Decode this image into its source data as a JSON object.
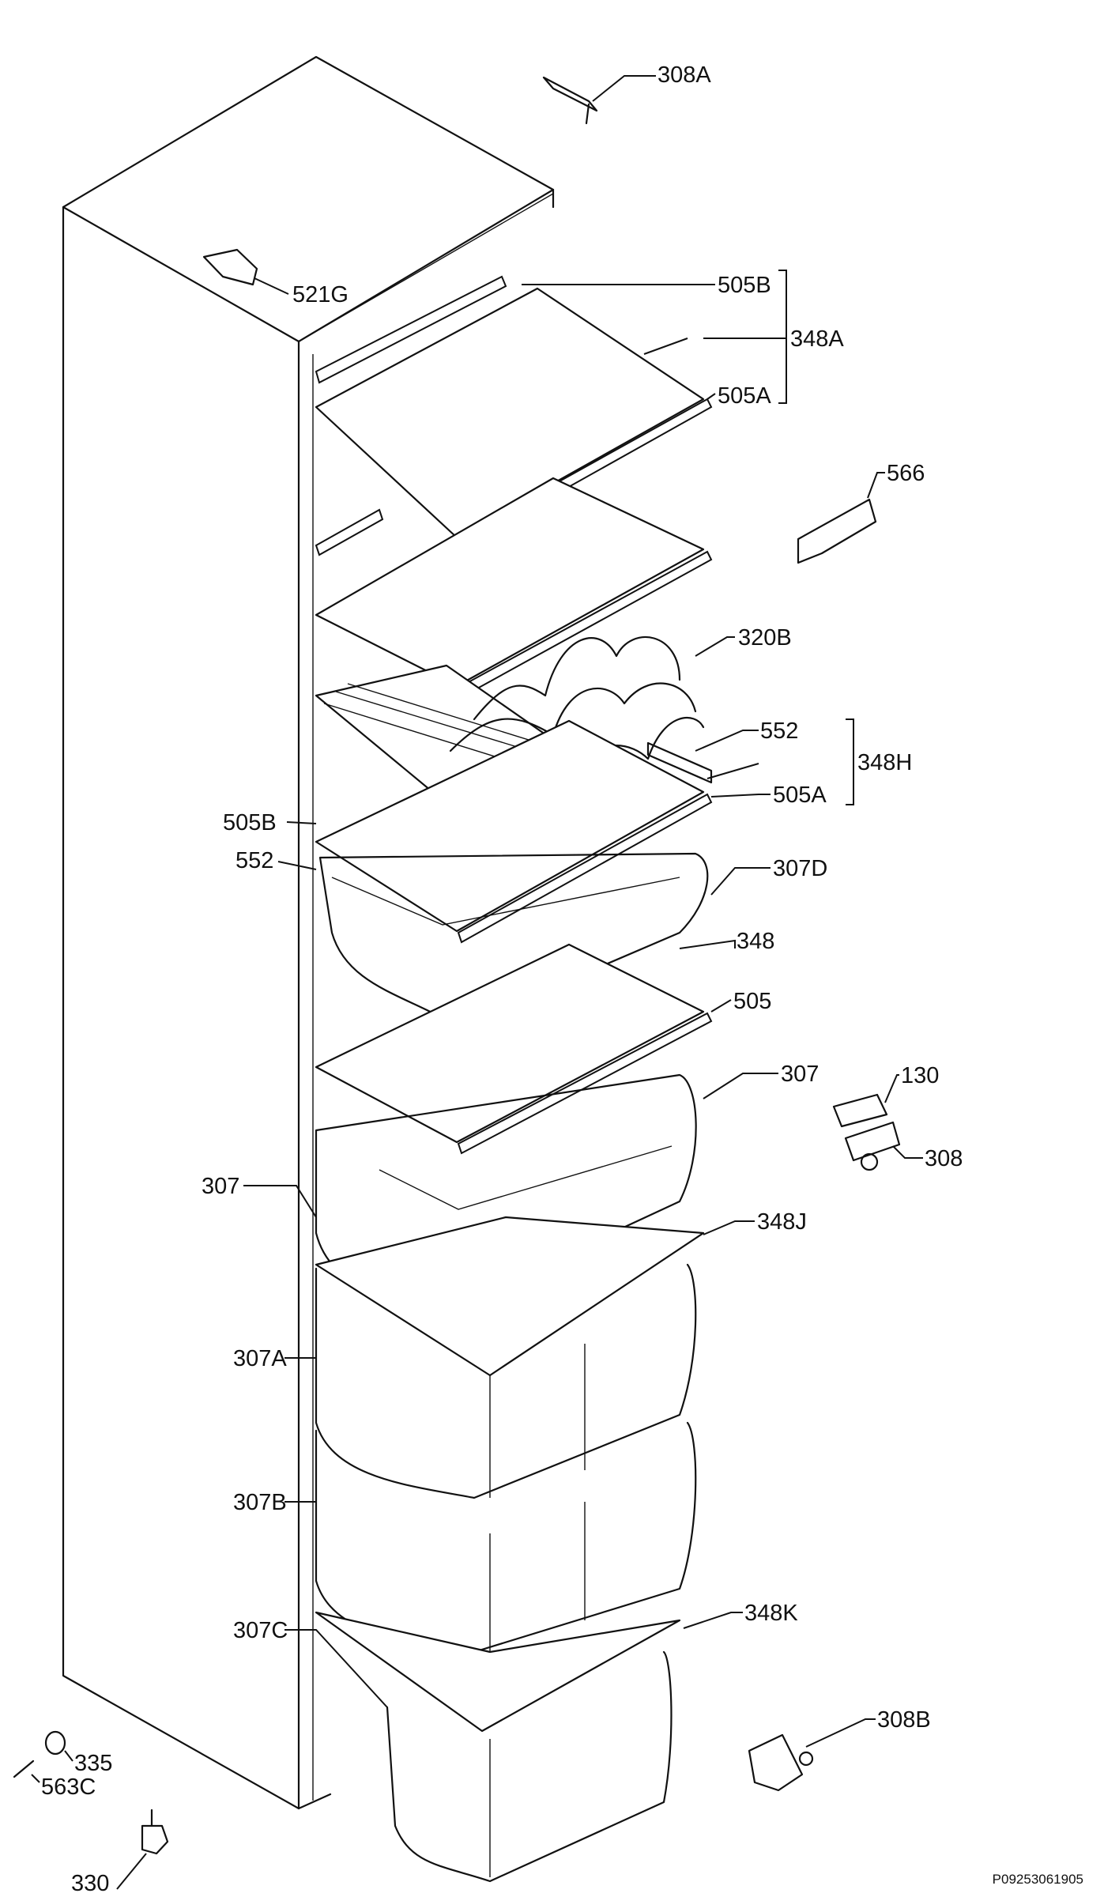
{
  "labels": {
    "l308A": "308A",
    "l521G": "521G",
    "l505B_top": "505B",
    "l348A": "348A",
    "l505A_top": "505A",
    "l566": "566",
    "l320B": "320B",
    "l552_right": "552",
    "l348H": "348H",
    "l505A_mid": "505A",
    "l505B_left": "505B",
    "l552_left": "552",
    "l307D": "307D",
    "l348": "348",
    "l505": "505",
    "l307_right": "307",
    "l130": "130",
    "l308": "308",
    "l307_left": "307",
    "l348J": "348J",
    "l307A": "307A",
    "l307B": "307B",
    "l307C": "307C",
    "l348K": "348K",
    "l308B": "308B",
    "l335": "335",
    "l563C": "563C",
    "l330": "330"
  },
  "footer": {
    "code": "P09253061905"
  }
}
